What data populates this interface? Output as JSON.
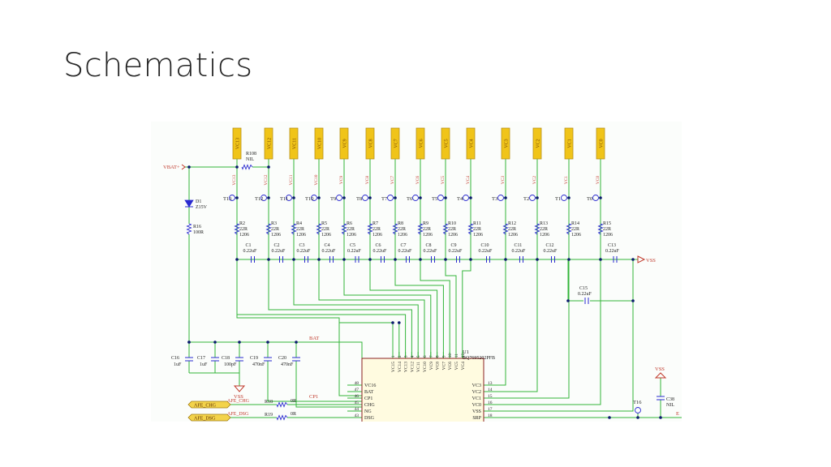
{
  "slide": {
    "title": "Schematics"
  },
  "schematic": {
    "tabs": [
      {
        "id": "vc13",
        "label": "VC13",
        "net": "VC13",
        "tp": "T13"
      },
      {
        "id": "vc12",
        "label": "VC12",
        "net": "VC12",
        "tp": "T12"
      },
      {
        "id": "vc11",
        "label": "VC11",
        "net": "VC11",
        "tp": "T11"
      },
      {
        "id": "vc10",
        "label": "VC10",
        "net": "VC10",
        "tp": "T10"
      },
      {
        "id": "vc9",
        "label": "VC9",
        "net": "VC9",
        "tp": "T9"
      },
      {
        "id": "vc8",
        "label": "VC8",
        "net": "VC8",
        "tp": "T8"
      },
      {
        "id": "vc7",
        "label": "VC7",
        "net": "VC7",
        "tp": "T7"
      },
      {
        "id": "vc6",
        "label": "VC6",
        "net": "VC6",
        "tp": "T6"
      },
      {
        "id": "vc5",
        "label": "VC5",
        "net": "VC5",
        "tp": "T5"
      },
      {
        "id": "vc4",
        "label": "VC4",
        "net": "VC4",
        "tp": "T4"
      },
      {
        "id": "vc3",
        "label": "VC3",
        "net": "VC3",
        "tp": "T3"
      },
      {
        "id": "vc2",
        "label": "VC2",
        "net": "VC2",
        "tp": "T2"
      },
      {
        "id": "vc1",
        "label": "VC1",
        "net": "VC1",
        "tp": "T1"
      },
      {
        "id": "vc0",
        "label": "VC0",
        "net": "VC0",
        "tp": "T0"
      }
    ],
    "resistors": [
      {
        "ref": "R2",
        "val": "22R",
        "pkg": "1206"
      },
      {
        "ref": "R3",
        "val": "22R",
        "pkg": "1206"
      },
      {
        "ref": "R4",
        "val": "22R",
        "pkg": "1206"
      },
      {
        "ref": "R5",
        "val": "22R",
        "pkg": "1206"
      },
      {
        "ref": "R6",
        "val": "22R",
        "pkg": "1206"
      },
      {
        "ref": "R7",
        "val": "22R",
        "pkg": "1206"
      },
      {
        "ref": "R8",
        "val": "22R",
        "pkg": "1206"
      },
      {
        "ref": "R9",
        "val": "22R",
        "pkg": "1206"
      },
      {
        "ref": "R10",
        "val": "22R",
        "pkg": "1206"
      },
      {
        "ref": "R11",
        "val": "22R",
        "pkg": "1206"
      },
      {
        "ref": "R12",
        "val": "22R",
        "pkg": "1206"
      },
      {
        "ref": "R13",
        "val": "22R",
        "pkg": "1206"
      },
      {
        "ref": "R14",
        "val": "22R",
        "pkg": "1206"
      },
      {
        "ref": "R15",
        "val": "22R",
        "pkg": "1206"
      }
    ],
    "caps": [
      {
        "ref": "C1",
        "val": "0.22uF"
      },
      {
        "ref": "C2",
        "val": "0.22uF"
      },
      {
        "ref": "C3",
        "val": "0.22uF"
      },
      {
        "ref": "C4",
        "val": "0.22uF"
      },
      {
        "ref": "C5",
        "val": "0.22uF"
      },
      {
        "ref": "C6",
        "val": "0.22uF"
      },
      {
        "ref": "C7",
        "val": "0.22uF"
      },
      {
        "ref": "C8",
        "val": "0.22uF"
      },
      {
        "ref": "C9",
        "val": "0.22uF"
      },
      {
        "ref": "C10",
        "val": "0.22uF"
      },
      {
        "ref": "C11",
        "val": "0.22uF"
      },
      {
        "ref": "C12",
        "val": "0.22uF"
      },
      {
        "ref": "C13",
        "val": "0.22uF"
      }
    ],
    "r108": {
      "ref": "R108",
      "val": "NIL"
    },
    "vbat": "VBAT+",
    "d1": {
      "ref": "D1",
      "val": "Z15V"
    },
    "r16": {
      "ref": "R16",
      "val": "100R"
    },
    "c15": {
      "ref": "C15",
      "val": "0.22uF"
    },
    "vss": "VSS",
    "bat": "BAT",
    "cp1": "CP1",
    "bottom_caps": [
      {
        "ref": "C16",
        "val": "1uF"
      },
      {
        "ref": "C17",
        "val": "1uF"
      },
      {
        "ref": "C18",
        "val": "100pF"
      },
      {
        "ref": "C19",
        "val": "470nF"
      },
      {
        "ref": "C20",
        "val": "470nF"
      }
    ],
    "ic": {
      "ref": "U1",
      "part": "BQ7695202PFB",
      "top_pins": [
        "VC15",
        "VC14",
        "VC13",
        "VC12",
        "VC11",
        "VC10",
        "VC9",
        "VC8",
        "VC7",
        "VC6",
        "VC5",
        "VC4"
      ],
      "top_nums": [
        "1",
        "2",
        "3",
        "4",
        "5",
        "6",
        "7",
        "8",
        "9",
        "10",
        "11",
        "12"
      ],
      "left_pins": [
        {
          "num": "48",
          "name": "VC16"
        },
        {
          "num": "47",
          "name": "BAT"
        },
        {
          "num": "46",
          "name": "CP1"
        },
        {
          "num": "45",
          "name": "CHG"
        },
        {
          "num": "44",
          "name": "NG"
        },
        {
          "num": "43",
          "name": "DSG"
        }
      ],
      "right_pins": [
        {
          "num": "13",
          "name": "VC3"
        },
        {
          "num": "14",
          "name": "VC2"
        },
        {
          "num": "15",
          "name": "VC1"
        },
        {
          "num": "16",
          "name": "VC0"
        },
        {
          "num": "17",
          "name": "VSS"
        },
        {
          "num": "18",
          "name": "SRP"
        }
      ]
    },
    "afe_chg": {
      "port": "AFE_CHG",
      "net": "AFE_CHG"
    },
    "afe_dsg": {
      "port": "AFE_DSG",
      "net": "AFE_DSG"
    },
    "r18": {
      "ref": "R18",
      "val": "0R"
    },
    "r19": {
      "ref": "R19",
      "val": "0R"
    },
    "t16": "T16",
    "c38": {
      "ref": "C38",
      "val": "NIL"
    },
    "edge_net": "E"
  }
}
